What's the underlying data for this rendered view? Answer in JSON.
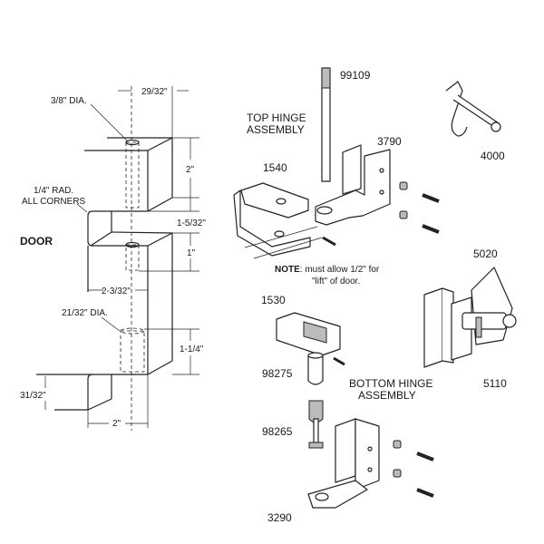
{
  "door": {
    "title": "DOOR",
    "dims": {
      "top_offset": "29/32\"",
      "hole_top": "3/8\" DIA.",
      "radius_1": "1/4\" RAD.",
      "radius_2": "ALL CORNERS",
      "h_2in": "2\"",
      "gap": "1-5/32\"",
      "h_1in": "1\"",
      "width_mid": "2-3/32\"",
      "hole_bottom": "21/32\" DIA.",
      "h_bottom": "1-1/4\"",
      "lower_height": "31/32\"",
      "width_bottom": "2\""
    }
  },
  "parts": {
    "top_pin": "99109",
    "top_hinge_1": "TOP HINGE",
    "top_hinge_2": "ASSEMBLY",
    "top_bracket": "3790",
    "coat_hook": "4000",
    "top_strap": "1540",
    "note_bold": "NOTE",
    "note_1": ": must allow 1/2\" for",
    "note_2": "\"lift\" of door.",
    "latch": "5020",
    "bottom_strap": "1530",
    "cam": "98275",
    "bottom_hinge_1": "BOTTOM HINGE",
    "bottom_hinge_2": "ASSEMBLY",
    "keeper": "5110",
    "bottom_pin": "98265",
    "bottom_bracket": "3290"
  }
}
